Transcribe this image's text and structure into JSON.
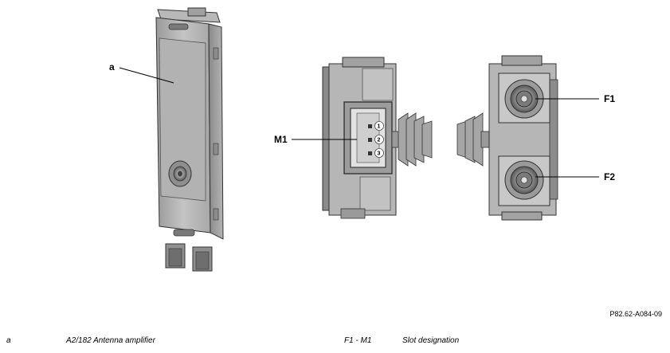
{
  "callouts": {
    "a": "a",
    "m1": "M1",
    "f1": "F1",
    "f2": "F2"
  },
  "pins": [
    "1",
    "2",
    "3"
  ],
  "figure_id": "P82.62-A084-09",
  "legend": {
    "row1": {
      "key": "a",
      "text": "A2/182 Antenna amplifier"
    },
    "row2": {
      "key": "F1 - M1",
      "text": "Slot designation"
    }
  }
}
